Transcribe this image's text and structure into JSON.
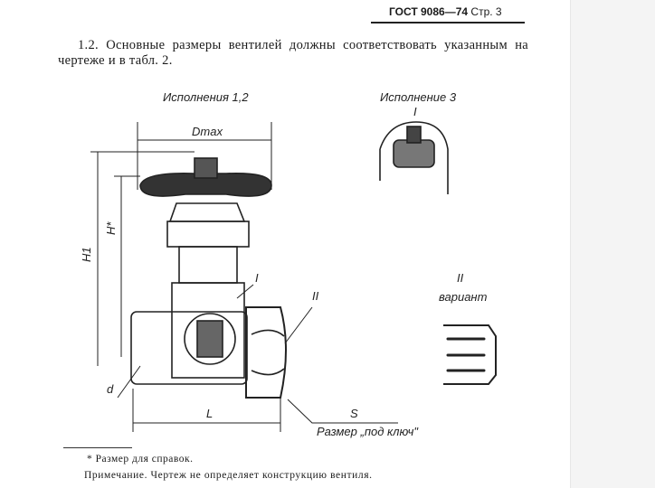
{
  "header": {
    "standard": "ГОСТ 9086—74",
    "page": "Стр. 3"
  },
  "paragraph": "1.2. Основные размеры вентилей должны соответствовать указанным на чертеже и в табл. 2.",
  "drawing": {
    "title_left": "Исполнения 1,2",
    "title_right": "Исполнение 3",
    "dim_dmax": "Dmax",
    "dim_h1": "H1",
    "dim_h": "H*",
    "dim_d": "d",
    "dim_l": "L",
    "dim_s": "S",
    "mark_i": "I",
    "mark_ii": "II",
    "variant_mark": "II",
    "variant_label": "вариант",
    "detail_mark": "I",
    "wrench_label": "Размер „под ключ\""
  },
  "footnote": "* Размер для справок.",
  "note": "Примечание. Чертеж не определяет конструкцию вентиля."
}
